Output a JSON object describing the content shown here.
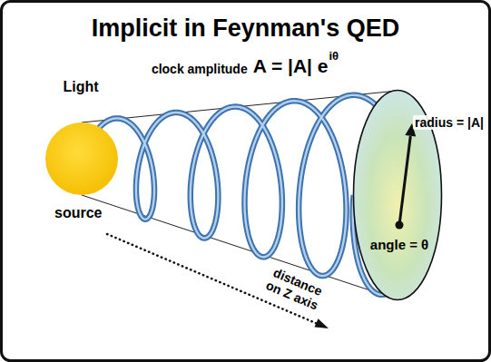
{
  "diagram": {
    "title": "Implicit in Feynman's QED",
    "nodes": [
      {
        "text": [
          "radius = |A|",
          "angle = θ"
        ]
      }
    ],
    "labels": [
      "clock amplitude",
      "A = |A| e",
      "iθ",
      "Light",
      "source",
      "distance on Z axis"
    ]
  }
}
